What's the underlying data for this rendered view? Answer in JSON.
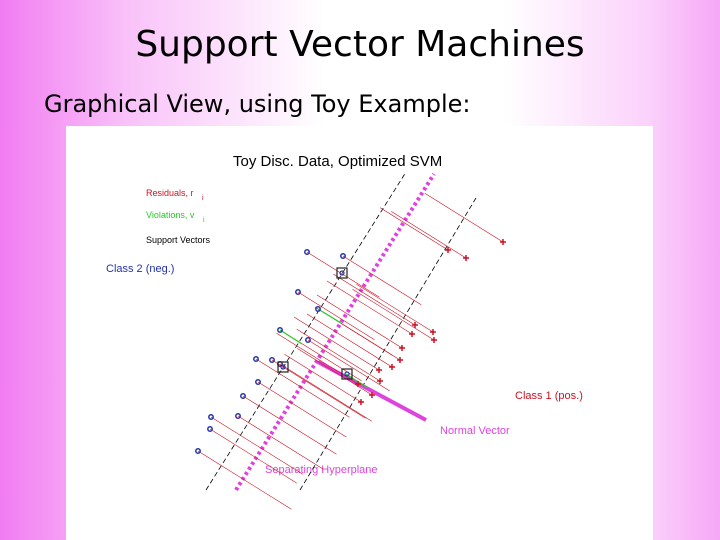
{
  "slide": {
    "title": "Support Vector Machines",
    "subtitle": "Graphical View, using Toy Example:"
  },
  "figure": {
    "title": "Toy Disc. Data, Optimized SVM",
    "legend": {
      "residuals": "Residuals, r",
      "residuals_sub": "i",
      "violations": "Violations, v",
      "violations_sub": "i",
      "support_vectors": "Support Vectors"
    },
    "labels": {
      "class2": "Class 2 (neg.)",
      "class1": "Class 1 (pos.)",
      "normal_vector": "Normal Vector",
      "separating_hyperplane": "Separating Hyperplane"
    },
    "colors": {
      "residual": "#cc1122",
      "violation": "#22cc22",
      "hyperplane": "#e040e0",
      "normal": "#dd44dd",
      "class2": "#2233aa",
      "class1": "#cc1122",
      "support": "#222222"
    }
  }
}
